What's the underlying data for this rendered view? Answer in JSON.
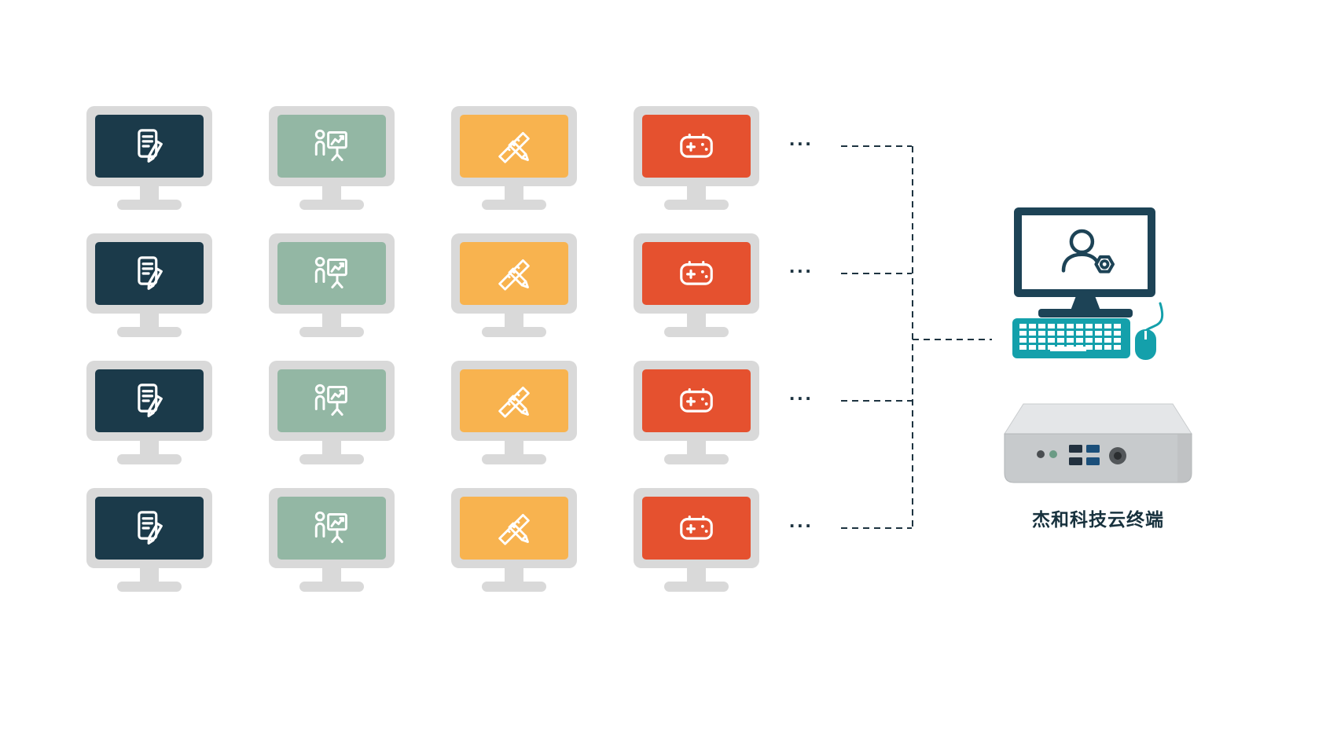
{
  "diagram": {
    "monitors": {
      "rows": 4,
      "bezel_color": "#d9d9d9",
      "columns": [
        {
          "name": "office-documents",
          "icon": "document-edit-icon",
          "screen_color": "#1b3a4a"
        },
        {
          "name": "presentation",
          "icon": "presenter-chart-icon",
          "screen_color": "#93b7a4"
        },
        {
          "name": "design-tools",
          "icon": "ruler-pencil-icon",
          "screen_color": "#f8b34f"
        },
        {
          "name": "gaming",
          "icon": "gamepad-icon",
          "screen_color": "#e5512f"
        }
      ]
    },
    "ellipsis": "...",
    "connector_color": "#1d3340",
    "terminal": {
      "label": "杰和科技云终端",
      "label_color": "#17313d",
      "monitor_color": "#1d4356",
      "keyboard_color": "#14a0ab",
      "mouse_color": "#14a0ab"
    }
  }
}
